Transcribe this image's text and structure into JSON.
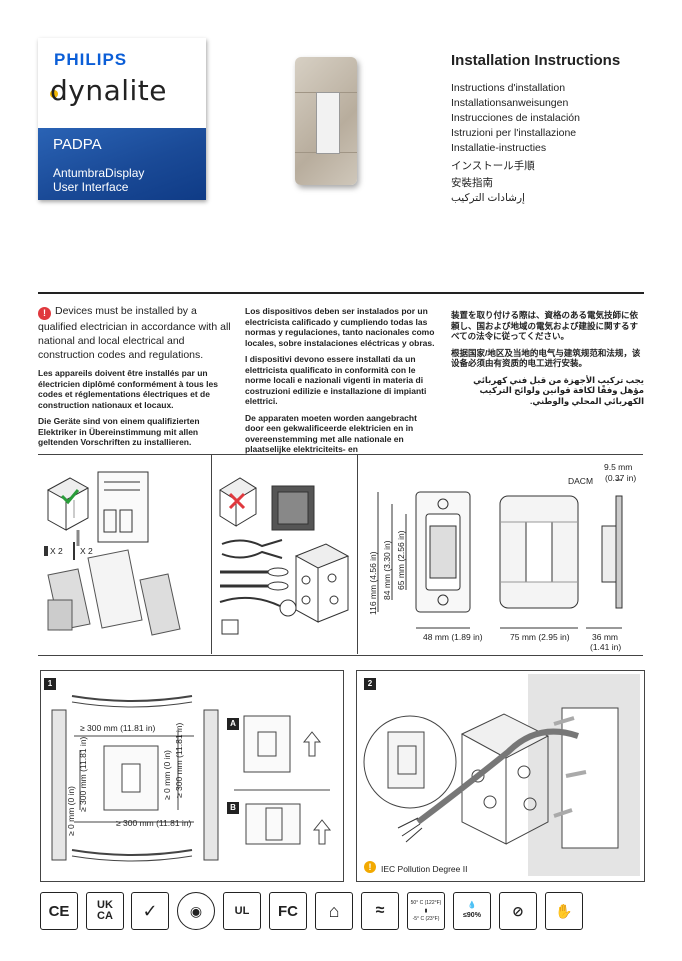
{
  "brand": {
    "philips": "PHILIPS",
    "dynalite": "dynalite",
    "product_code": "PADPA",
    "product_line_1": "AntumbraDisplay",
    "product_line_2": "User Interface"
  },
  "title": "Installation Instructions",
  "languages": [
    "Instructions d'installation",
    "Installationsanweisungen",
    "Instrucciones de instalación",
    "Istruzioni per l'installazione",
    "Installatie-instructies",
    "インストール手順",
    "安裝指南",
    "إرشادات التركيب"
  ],
  "warnings": {
    "col1": [
      "Devices must be installed by a qualified electrician in accordance with all national and local electrical and construction codes and regulations.",
      "Les appareils doivent être installés par un électricien diplômé conformément à tous les codes et réglementations électriques et de construction nationaux et locaux.",
      "Die Geräte sind von einem qualifizierten Elektriker in Übereinstimmung mit allen geltenden Vorschriften zu installieren."
    ],
    "col2": [
      "Los dispositivos deben ser instalados por un electricista calificado y cumpliendo todas las normas y regulaciones, tanto nacionales como locales, sobre instalaciones eléctricas y obras.",
      "I dispositivi devono essere installati da un elettricista qualificato in conformità con le norme locali e nazionali vigenti in materia di costruzioni edilizie e installazione di impianti elettrici.",
      "De apparaten moeten worden aangebracht door een gekwalificeerde elektricien en in overeenstemming met alle nationale en plaatselijke elektriciteits- en bouwvoorschriften."
    ],
    "col3": [
      "装置を取り付ける際は、資格のある電気技師に依頼し、国および地域の電気および建設に関するすべての法令に従ってください。",
      "根据国家/地区及当地的电气与建筑规范和法规，该设备必须由有资质的电工进行安装。",
      "يجب تركيب الأجهزة من قبل فني كهربائي مؤهل وفقًا لكافة قوانين ولوائح التركيب الكهربائي المحلي والوطني."
    ]
  },
  "kit": {
    "screw_qty": "X 2",
    "anchor_qty": "X 2"
  },
  "dimensions": {
    "depth": "9.5 mm",
    "depth_in": "(0.37 in)",
    "dacm": "DACM",
    "h_total": "116 mm (4.56 in)",
    "h_mid": "84 mm (3.30 in)",
    "h_inner": "65 mm (2.56 in)",
    "w_back": "48 mm (1.89 in)",
    "w_front": "75 mm (2.95 in)",
    "d_side": "36 mm",
    "d_side_in": "(1.41 in)"
  },
  "step1": {
    "number": "1",
    "top_clear": "≥ 300 mm (11.81 in)",
    "bottom_clear": "≥ 300 mm (11.81 in)",
    "left_a": "≥ 0 mm (0 in)",
    "left_b": "≥ 300 mm (11.81 in)",
    "right_a": "≥ 0 mm (0 in)",
    "right_b": "≥ 300 mm (11.81 in)",
    "option_a": "A",
    "option_b": "B"
  },
  "step2": {
    "number": "2",
    "note": "IEC Pollution Degree II"
  },
  "certs": {
    "ce": "CE",
    "ukca_1": "UK",
    "ukca_2": "CA",
    "temp_hi": "50° C (122°F)",
    "temp_lo": "-5° C (23°F)",
    "humidity": "≤90%",
    "ul": "UL"
  }
}
